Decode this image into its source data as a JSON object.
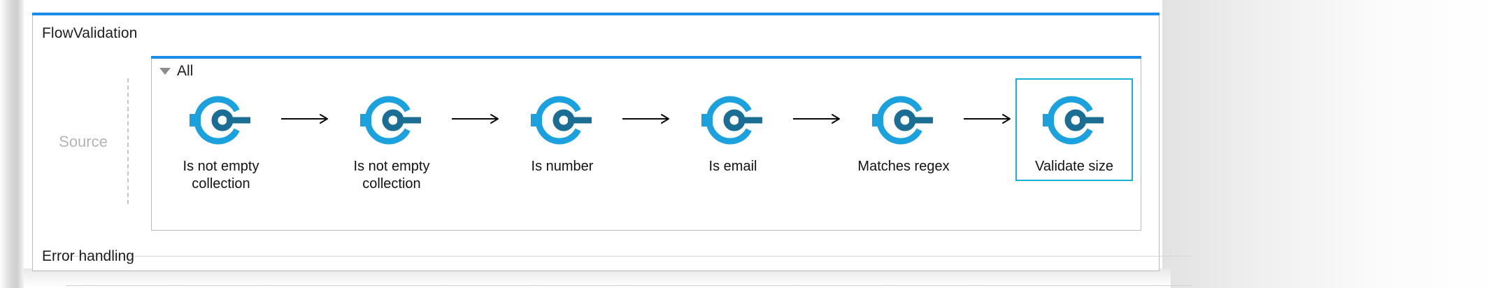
{
  "flow": {
    "title": "FlowValidation",
    "source_label": "Source",
    "error_handling_label": "Error handling"
  },
  "group": {
    "title": "All",
    "disclosure_icon": "triangle-down-icon",
    "expanded": true
  },
  "nodes": [
    {
      "label": "Is not empty\ncollection",
      "icon": "validator-icon",
      "selected": false
    },
    {
      "label": "Is not empty\ncollection",
      "icon": "validator-icon",
      "selected": false
    },
    {
      "label": "Is number",
      "icon": "validator-icon",
      "selected": false
    },
    {
      "label": "Is email",
      "icon": "validator-icon",
      "selected": false
    },
    {
      "label": "Matches regex",
      "icon": "validator-icon",
      "selected": false
    },
    {
      "label": "Validate size",
      "icon": "validator-icon",
      "selected": true
    }
  ],
  "connectors": [
    {
      "icon": "arrow-right-icon"
    },
    {
      "icon": "arrow-right-icon"
    },
    {
      "icon": "arrow-right-icon"
    },
    {
      "icon": "arrow-right-icon"
    },
    {
      "icon": "arrow-right-icon"
    }
  ],
  "colors": {
    "accent_bar": "#1a8cea",
    "icon_arc": "#1ba1de",
    "icon_ring": "#1a6e94",
    "selection_border": "#16b2d6",
    "connector": "#0a0a0a",
    "muted_text": "#b4b4b4",
    "frame_border": "#b9b9b9"
  }
}
